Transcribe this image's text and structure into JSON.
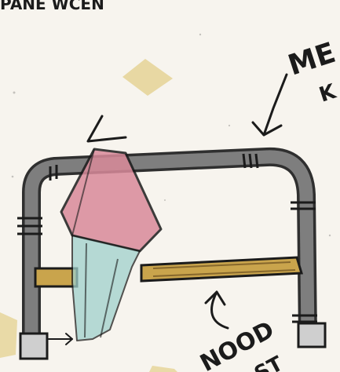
{
  "sketch": {
    "top_text": "PANE WCEN",
    "annotation_right": "ME",
    "annotation_right_line2": "K",
    "annotation_bottom": "NOOD",
    "annotation_bottom_line2": "ST",
    "colors": {
      "paper": "#f7f4ee",
      "metal_rail": "#7e7e7e",
      "metal_dark": "#2f2f2f",
      "wood": "#c9a44c",
      "seat_pink": "#d98a9a",
      "leg_teal": "#9fd1cc",
      "tape_yellow": "#e6d59a",
      "ink": "#1b1b1b"
    }
  }
}
